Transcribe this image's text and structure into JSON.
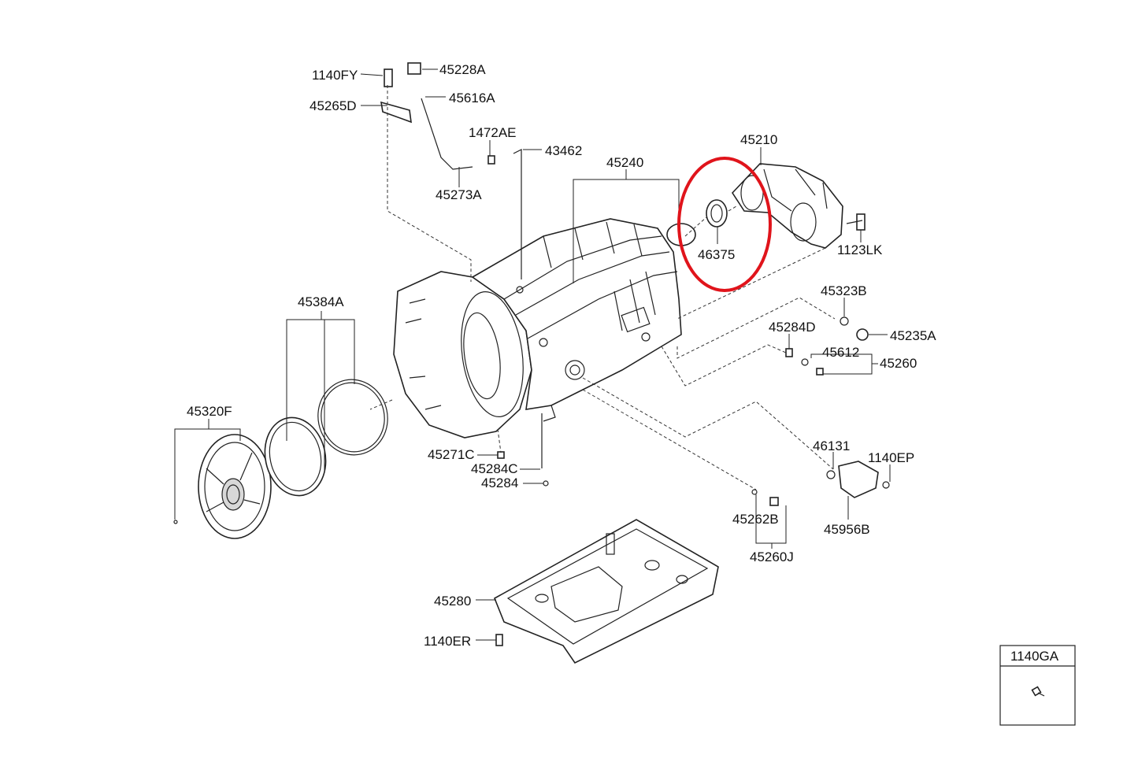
{
  "parts": {
    "p1140FY": "1140FY",
    "p45228A": "45228A",
    "p45616A": "45616A",
    "p45265D": "45265D",
    "p1472AE": "1472AE",
    "p43462": "43462",
    "p45273A": "45273A",
    "p45240": "45240",
    "p45210": "45210",
    "p46375": "46375",
    "p1123LK": "1123LK",
    "p45323B": "45323B",
    "p45235A": "45235A",
    "p45284D": "45284D",
    "p45612": "45612",
    "p45260": "45260",
    "p45384A": "45384A",
    "p45320F": "45320F",
    "p45271C": "45271C",
    "p45284C": "45284C",
    "p45284": "45284",
    "p46131": "46131",
    "p1140EP": "1140EP",
    "p45956B": "45956B",
    "p45262B": "45262B",
    "p45260J": "45260J",
    "p45280": "45280",
    "p1140ER": "1140ER",
    "p1140GA": "1140GA"
  },
  "highlight": {
    "color": "#e0141b",
    "target": "46375"
  }
}
